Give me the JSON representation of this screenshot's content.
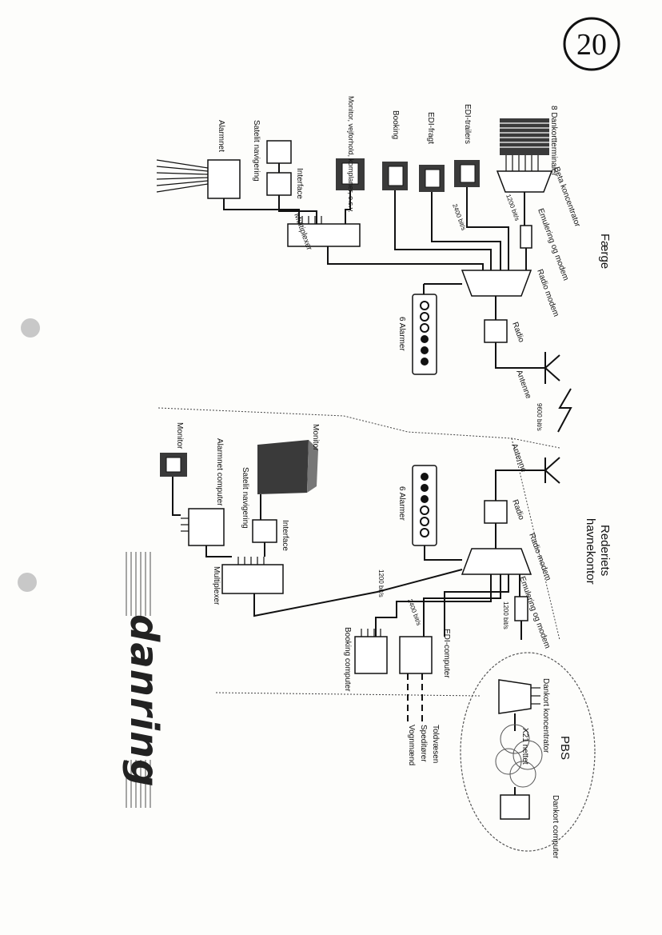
{
  "page_number": "20",
  "logo": {
    "text": "danring"
  },
  "ferry": {
    "title": "Færge",
    "terminals_label": "8 Dankortterminaler",
    "concentrator_label": "Beta koncentrator",
    "emulation_label": "Emulering og modem",
    "rate_1200": "1200 bit/s",
    "rate_2400": "2400 bit/s",
    "radio_modem_label": "Radio modem",
    "radio_label": "Radio",
    "antenna_label": "Antenne",
    "alarms_label": "6 Alarmer",
    "edi_trailers_label": "EDI-trailers",
    "edi_freight_label": "EDI-fragt",
    "booking_label": "Booking",
    "monitor_label": "Monitor, vejforhold, komplaner, o.s.v.",
    "satellite_label": "Satelit navigering",
    "interface_label": "Interface",
    "alarm_net_label": "Alarmnet",
    "multiplexer_label": "Multiplexer"
  },
  "link_rate": "9600 bit/s",
  "office": {
    "title": "Rederiets havnekontor",
    "antenna_label": "Antenne",
    "radio_label": "Radio",
    "radio_modem_label": "Radio modem",
    "emulation_label": "Emulering og modem",
    "rate_1200_a": "1200 bit/s",
    "rate_1200_b": "1200 bit/s",
    "rate_2400": "2400 bit/s",
    "alarms_label": "6 Alarmer",
    "monitor_label": "Monitor",
    "monitor2_label": "Monitor",
    "alarm_computer_label": "Alarmnet computer",
    "satellite_label": "Satelit navigering",
    "interface_label": "Interface",
    "multiplexer_label": "Multiplexer",
    "booking_computer_label": "Booking computer",
    "edi_computer_label": "EDI-computer",
    "customs_label": "Toldvæsen",
    "forwarder_label": "Speditører",
    "hauler_label": "Vognmænd"
  },
  "pbs": {
    "title": "PBS",
    "concentrator_label": "Dankort koncentrator",
    "network_label": "X21 nettet",
    "computer_label": "Dankort computer"
  }
}
